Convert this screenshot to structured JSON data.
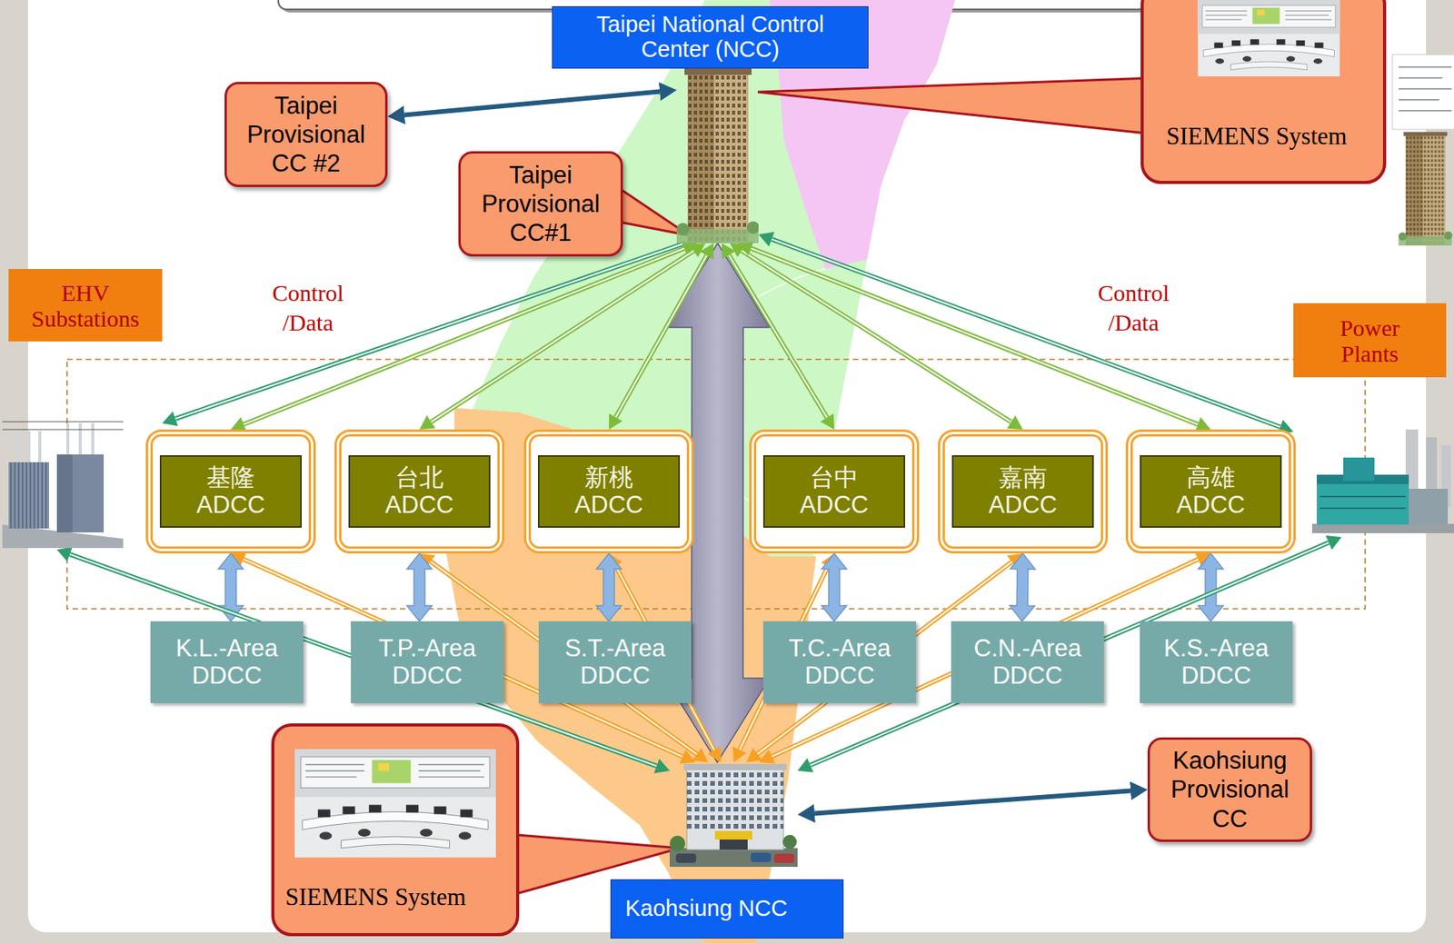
{
  "diagram": {
    "nodes": [
      {
        "text": [
          "Taipei National Control Center (NCC)"
        ]
      },
      {
        "text": [
          "Taipei Provisional CC #2"
        ]
      },
      {
        "text": [
          "SIEMENS System"
        ]
      },
      {
        "text": [
          "Taipei Provisional CC#1"
        ]
      },
      {
        "text": [
          "EHV Substations"
        ]
      },
      {
        "text": [
          "Power Plants"
        ]
      },
      {
        "text": [
          "基隆 ADCC"
        ]
      },
      {
        "text": [
          "台北 ADCC"
        ]
      },
      {
        "text": [
          "新桃 ADCC"
        ]
      },
      {
        "text": [
          "台中 ADCC"
        ]
      },
      {
        "text": [
          "嘉南 ADCC"
        ]
      },
      {
        "text": [
          "高雄 ADCC"
        ]
      },
      {
        "text": [
          "K.L.-Area DDCC"
        ]
      },
      {
        "text": [
          "T.P.-Area DDCC"
        ]
      },
      {
        "text": [
          "S.T.-Area DDCC"
        ]
      },
      {
        "text": [
          "T.C.-Area DDCC"
        ]
      },
      {
        "text": [
          "C.N.-Area DDCC"
        ]
      },
      {
        "text": [
          "K.S.-Area DDCC"
        ]
      },
      {
        "text": [
          "SIEMENS System"
        ]
      },
      {
        "text": [
          "Kaohsiung NCC"
        ]
      },
      {
        "text": [
          "Kaohsiung Provisional CC"
        ]
      }
    ],
    "edges": [
      {
        "from": 0,
        "to": 1,
        "arrow": "both"
      },
      {
        "from": 0,
        "to": 4,
        "arrow": "to"
      },
      {
        "from": 0,
        "to": 5,
        "arrow": "both"
      },
      {
        "from": 0,
        "to": 6,
        "arrow": "both"
      },
      {
        "from": 0,
        "to": 7,
        "arrow": "both"
      },
      {
        "from": 0,
        "to": 8,
        "arrow": "both"
      },
      {
        "from": 0,
        "to": 9,
        "arrow": "both"
      },
      {
        "from": 0,
        "to": 10,
        "arrow": "both"
      },
      {
        "from": 0,
        "to": 11,
        "arrow": "both"
      },
      {
        "from": 0,
        "to": 19,
        "arrow": "both"
      },
      {
        "from": 6,
        "to": 19,
        "arrow": "both"
      },
      {
        "from": 7,
        "to": 19,
        "arrow": "both"
      },
      {
        "from": 8,
        "to": 19,
        "arrow": "both"
      },
      {
        "from": 9,
        "to": 19,
        "arrow": "both"
      },
      {
        "from": 10,
        "to": 19,
        "arrow": "both"
      },
      {
        "from": 11,
        "to": 19,
        "arrow": "both"
      },
      {
        "from": 6,
        "to": 12,
        "arrow": "both"
      },
      {
        "from": 7,
        "to": 13,
        "arrow": "both"
      },
      {
        "from": 8,
        "to": 14,
        "arrow": "both"
      },
      {
        "from": 9,
        "to": 15,
        "arrow": "both"
      },
      {
        "from": 10,
        "to": 16,
        "arrow": "both"
      },
      {
        "from": 11,
        "to": 17,
        "arrow": "both"
      },
      {
        "from": 4,
        "to": 19,
        "arrow": "both"
      },
      {
        "from": 5,
        "to": 19,
        "arrow": "both"
      },
      {
        "from": 19,
        "to": 20,
        "arrow": "both"
      }
    ],
    "labels": [
      "Control /Data",
      "Control /Data"
    ]
  }
}
